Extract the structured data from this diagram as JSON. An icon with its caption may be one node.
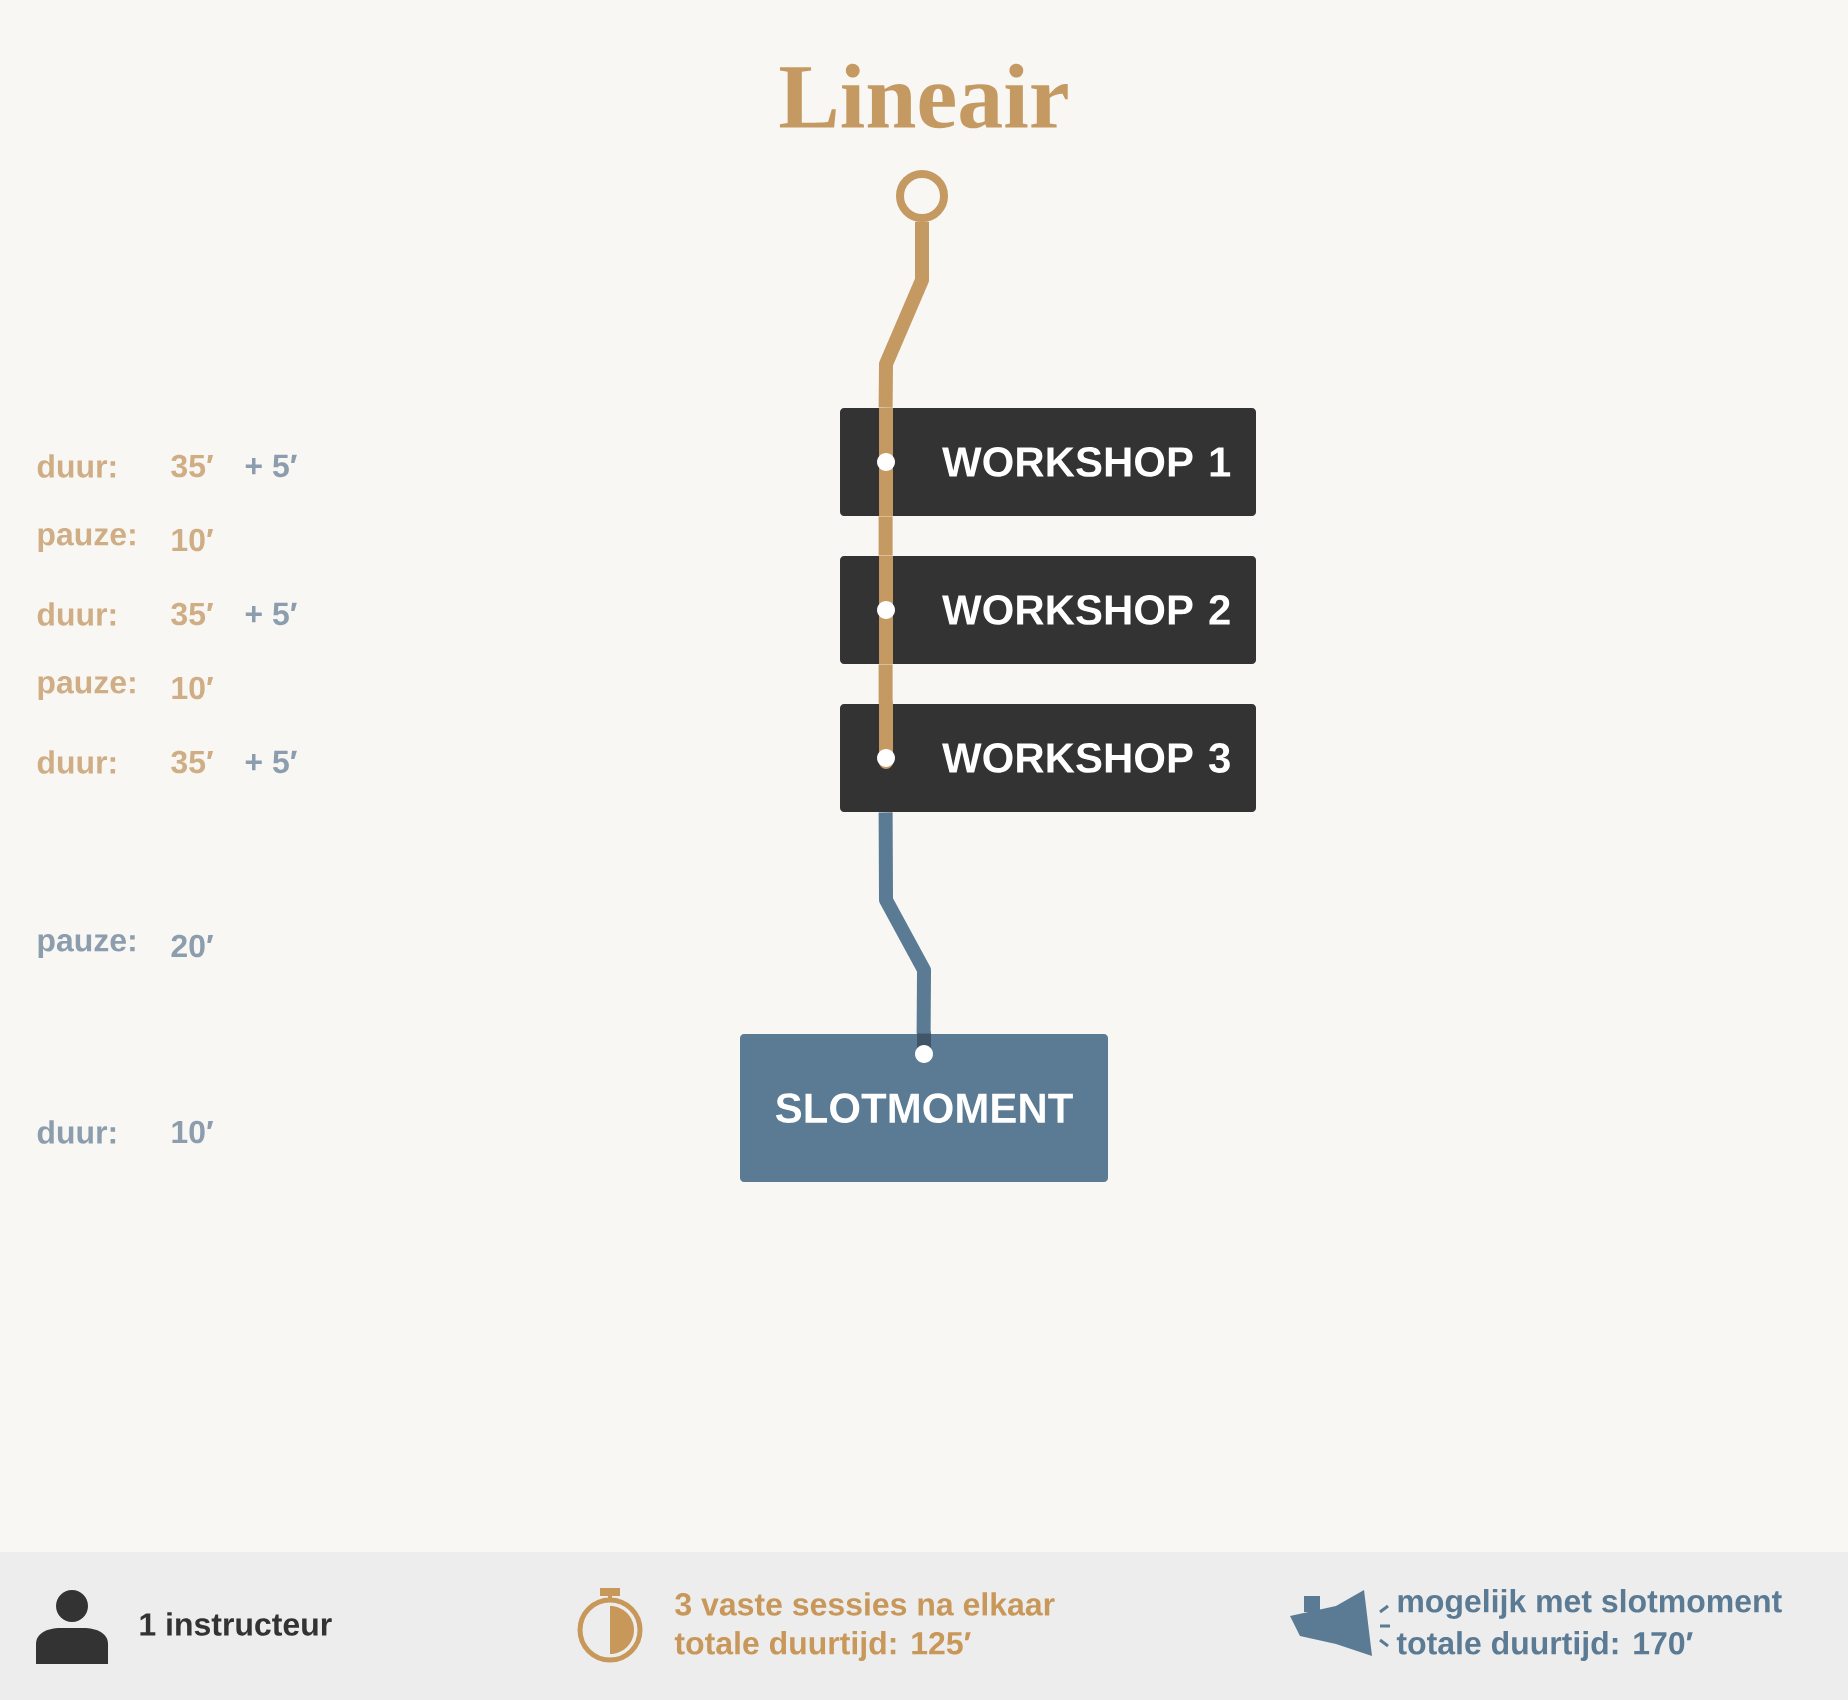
{
  "diagram": {
    "title": "Lineair",
    "nodes": [
      {
        "text": [],
        "shape": "circle"
      },
      {
        "text": [
          "WORKSHOP 1"
        ]
      },
      {
        "text": [
          "WORKSHOP 2"
        ]
      },
      {
        "text": [
          "WORKSHOP 3"
        ]
      },
      {
        "text": [
          "SLOTMOMENT"
        ]
      }
    ],
    "edges": [
      {
        "from": 0,
        "to": 1,
        "arrow": "none"
      },
      {
        "from": 1,
        "to": 2,
        "arrow": "none"
      },
      {
        "from": 2,
        "to": 3,
        "arrow": "none"
      },
      {
        "from": 3,
        "to": 4,
        "arrow": "none",
        "color": "#5b7a93"
      }
    ],
    "labels": [
      "duur:",
      "35′",
      "+ 5′",
      "pauze:",
      "10′",
      "duur:",
      "35′",
      "+ 5′",
      "pauze:",
      "10′",
      "duur:",
      "35′",
      "+ 5′",
      "pauze:",
      "20′",
      "duur:",
      "10′",
      "1 instructeur",
      "3 vaste sessies na elkaar",
      "totale duurtijd: 125′",
      "mogelijk met slotmoment",
      "totale duurtijd: 170′"
    ]
  }
}
